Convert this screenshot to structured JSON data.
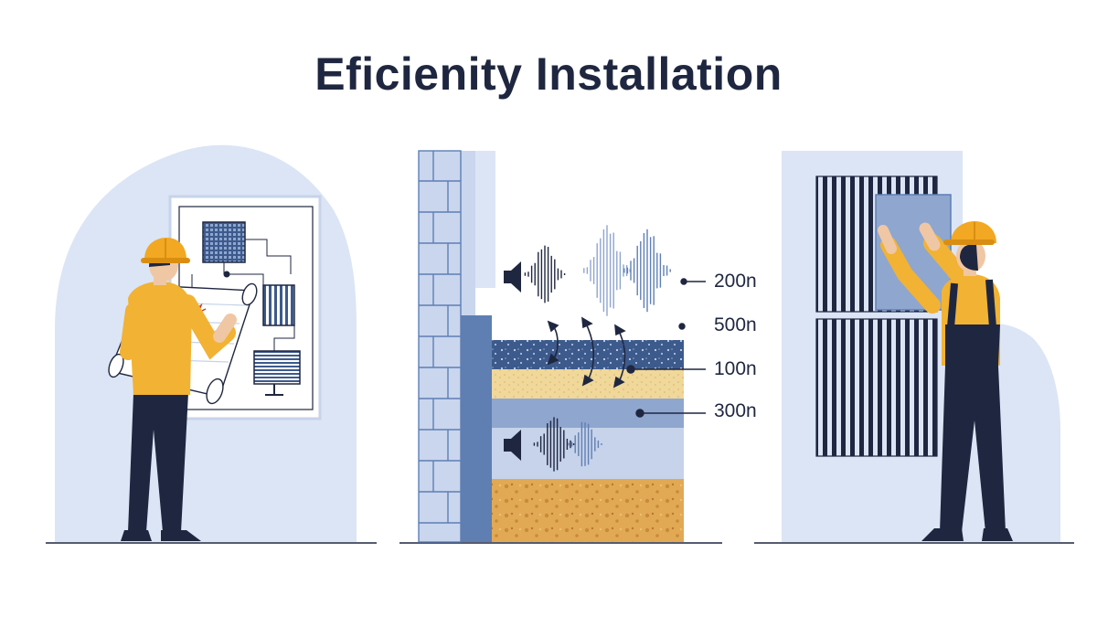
{
  "title": "Eficienity Installation",
  "panels": {
    "planning": {
      "worker": "worker-planning",
      "board": "blueprint-board"
    },
    "layers": {
      "labels": [
        "200n",
        "500n",
        "100n",
        "300n"
      ],
      "layer_colors": {
        "top_band": "#3d5a8c",
        "foam_band": "#f0d89a",
        "membrane_band": "#8fa6cf",
        "board_band": "#c6d3ea",
        "sand_band": "#e2a955",
        "wall": "#c9d6ee",
        "wall_dark": "#5f7fb3"
      }
    },
    "installing": {
      "worker": "worker-installing",
      "panel": "acoustic-panel"
    }
  },
  "colors": {
    "title": "#1f2740",
    "navy": "#1f2740",
    "helmet": "#f2a823",
    "shirt": "#f2b233",
    "blob": "#dbe5f6",
    "skin": "#f0c7a4"
  }
}
